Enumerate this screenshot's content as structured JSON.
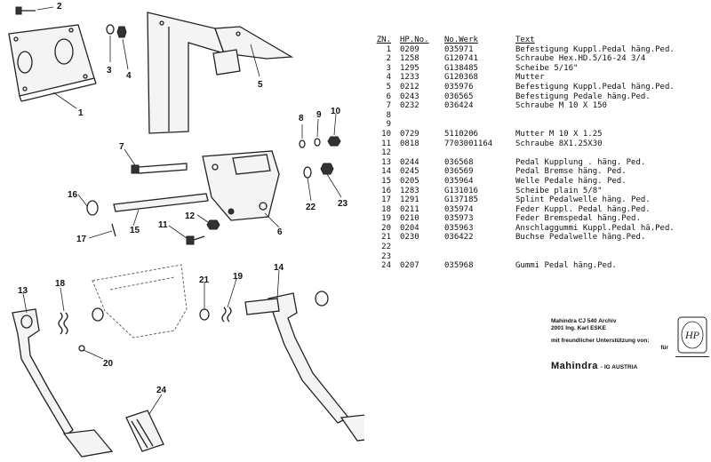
{
  "diagram": {
    "callouts": [
      "1",
      "2",
      "3",
      "4",
      "5",
      "6",
      "7",
      "8",
      "9",
      "10",
      "11",
      "12",
      "13",
      "14",
      "15",
      "16",
      "17",
      "18",
      "19",
      "20",
      "21",
      "22",
      "23",
      "24"
    ]
  },
  "table": {
    "headers": {
      "zn": "ZN.",
      "hp": "HP.No.",
      "werk": "No.Werk",
      "text": "Text"
    },
    "rows": [
      {
        "zn": "1",
        "hp": "0209",
        "werk": "035971",
        "text": "Befestigung Kuppl.Pedal häng.Ped."
      },
      {
        "zn": "2",
        "hp": "1258",
        "werk": "G120741",
        "text": "Schraube  Hex.HD.5/16-24 3/4"
      },
      {
        "zn": "3",
        "hp": "1295",
        "werk": "G138485",
        "text": "Scheibe  5/16\""
      },
      {
        "zn": "4",
        "hp": "1233",
        "werk": "G120368",
        "text": "Mutter"
      },
      {
        "zn": "5",
        "hp": "0212",
        "werk": "035976",
        "text": "Befestigung Kuppl.Pedal  häng.Ped."
      },
      {
        "zn": "6",
        "hp": "0243",
        "werk": "036565",
        "text": "Befestigung Pedale  häng.Ped."
      },
      {
        "zn": "7",
        "hp": "0232",
        "werk": "036424",
        "text": "Schraube M 10 X 150"
      },
      {
        "zn": "8",
        "hp": "",
        "werk": "",
        "text": ""
      },
      {
        "zn": "9",
        "hp": "",
        "werk": "",
        "text": ""
      },
      {
        "zn": "10",
        "hp": "0729",
        "werk": "5110206",
        "text": "Mutter M 10 X 1.25"
      },
      {
        "zn": "11",
        "hp": "0818",
        "werk": "7703001164",
        "text": "Schraube 8X1.25X30"
      },
      {
        "zn": "12",
        "hp": "",
        "werk": "",
        "text": ""
      },
      {
        "zn": "13",
        "hp": "0244",
        "werk": "036568",
        "text": "Pedal Kupplung . häng. Ped."
      },
      {
        "zn": "14",
        "hp": "0245",
        "werk": "036569",
        "text": "Pedal Bremse  häng. Ped."
      },
      {
        "zn": "15",
        "hp": "0205",
        "werk": "035964",
        "text": "Welle Pedale  häng. Ped."
      },
      {
        "zn": "16",
        "hp": "1283",
        "werk": "G131016",
        "text": "Scheibe plain 5/8\""
      },
      {
        "zn": "17",
        "hp": "1291",
        "werk": "G137185",
        "text": "Splint Pedalwelle  häng. Ped."
      },
      {
        "zn": "18",
        "hp": "0211",
        "werk": "035974",
        "text": "Feder Kuppl. Pedal  häng.Ped."
      },
      {
        "zn": "19",
        "hp": "0210",
        "werk": "035973",
        "text": "Feder Bremspedal  häng.Ped."
      },
      {
        "zn": "20",
        "hp": "0204",
        "werk": "035963",
        "text": "Anschlaggummi Kuppl.Pedal hä.Ped."
      },
      {
        "zn": "21",
        "hp": "0230",
        "werk": "036422",
        "text": "Buchse Pedalwelle  häng.Ped."
      },
      {
        "zn": "22",
        "hp": "",
        "werk": "",
        "text": ""
      },
      {
        "zn": "23",
        "hp": "",
        "werk": "",
        "text": ""
      },
      {
        "zn": "24",
        "hp": "0207",
        "werk": "035968",
        "text": "Gummi Pedal  häng.Ped."
      }
    ]
  },
  "credits": {
    "line1": "Mahindra CJ 540 Archiv",
    "line2": "2001 Ing. Karl ESKE",
    "line3": "mit freundlicher Unterstützung von:",
    "line4": "für",
    "brand": "Mahindra",
    "brand_sub": "- IG AUSTRIA",
    "seal_text": "HP"
  }
}
